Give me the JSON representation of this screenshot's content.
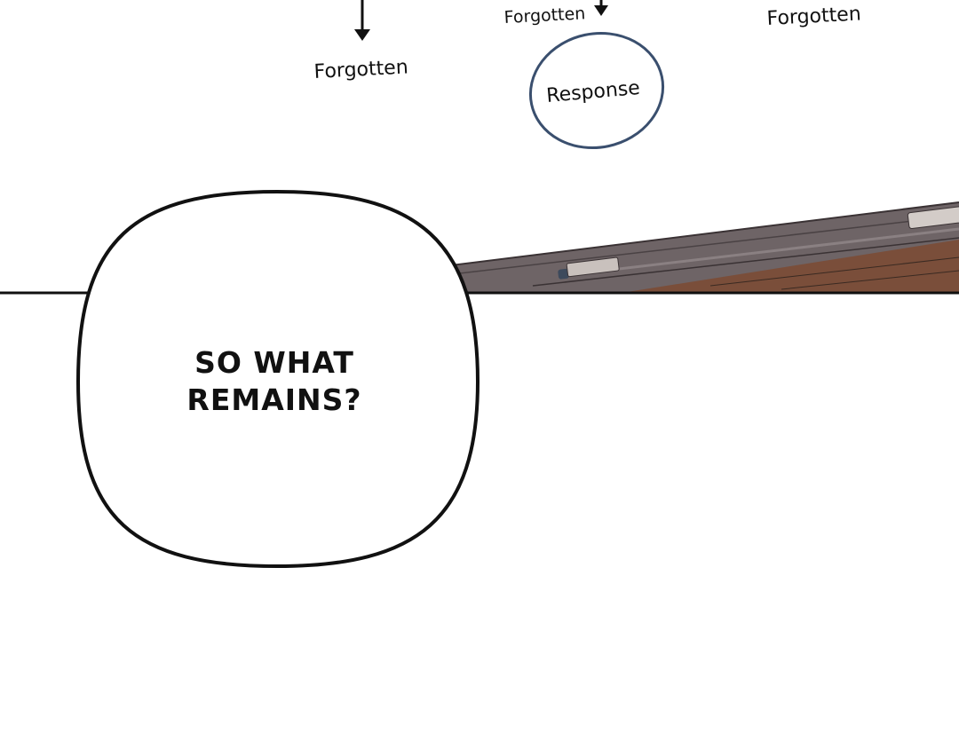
{
  "whiteboard": {
    "labels": [
      "Forgotten",
      "Forgotten",
      "Forgotten"
    ],
    "circle_label": "Response",
    "circle_color": "#3a4f6e"
  },
  "speech_bubble": {
    "lines": [
      "SO WHAT",
      "REMAINS?"
    ]
  },
  "colors": {
    "tray": "#6e6466",
    "tray_light": "#8a8082",
    "wood": "#7a4e3a",
    "marker": "#c9c1bd",
    "marker_cap": "#3d4a5c"
  }
}
